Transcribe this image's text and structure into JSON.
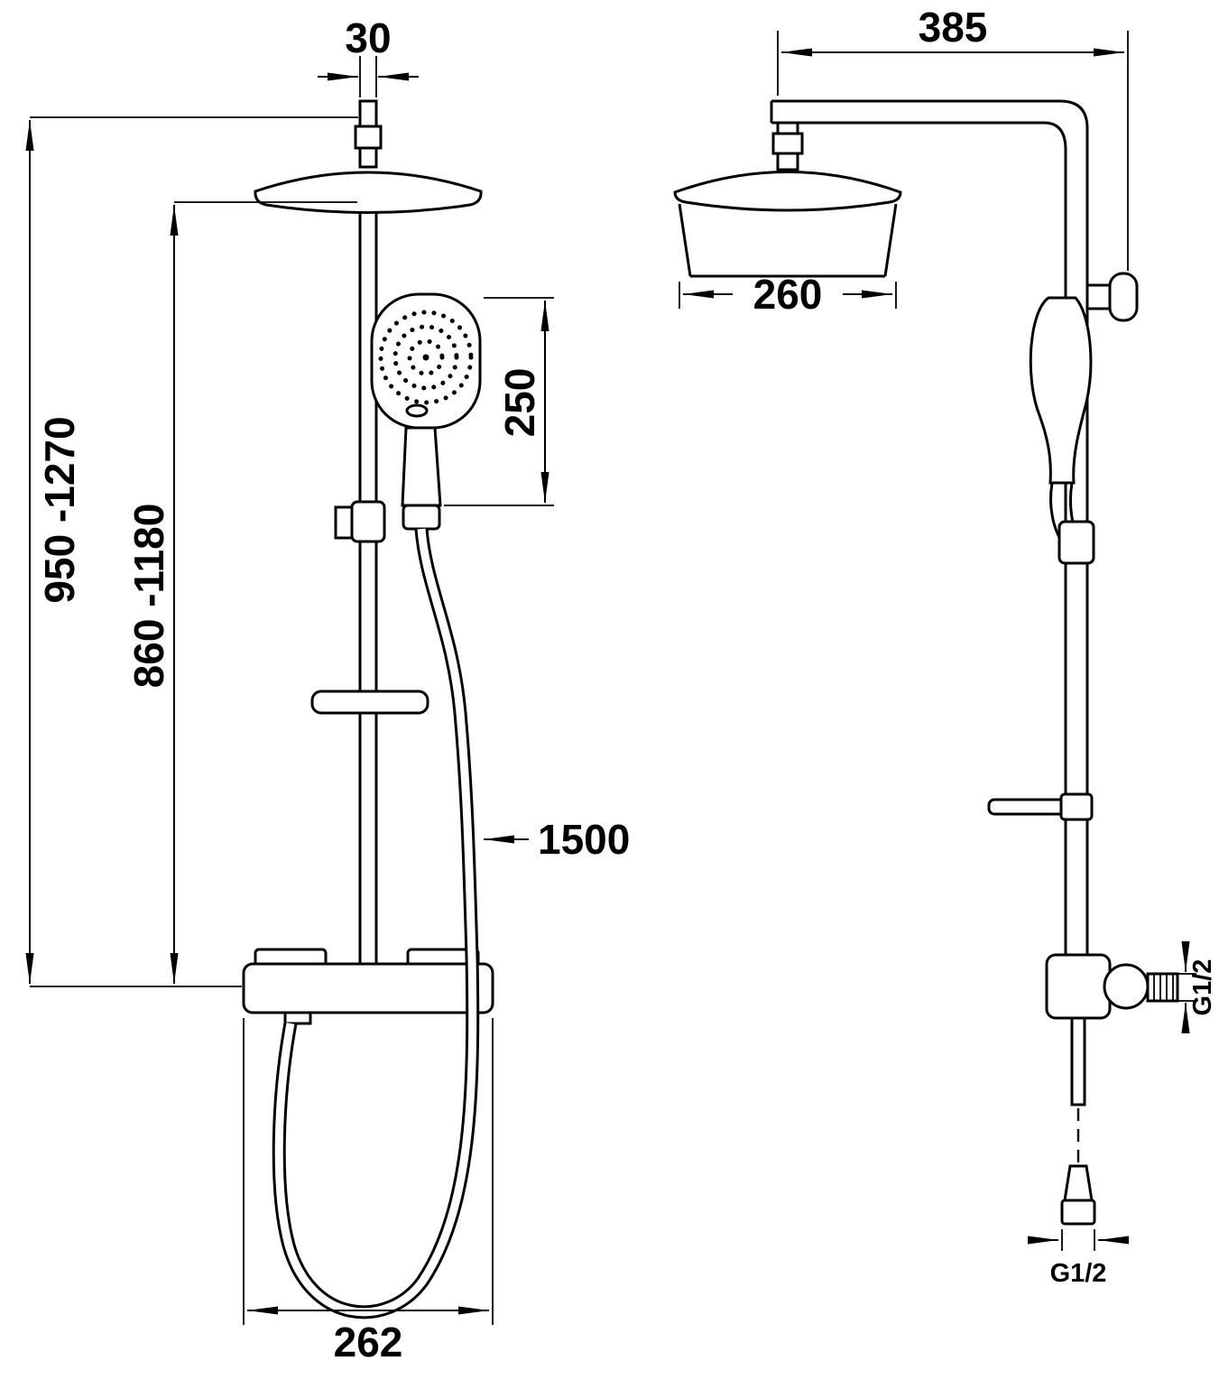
{
  "drawing": {
    "dimensions": {
      "top_pipe_width": "30",
      "overall_height_range": "950 -1270",
      "rail_upper_height_range": "860 -1180",
      "handshower_length": "250",
      "hose_length": "1500",
      "mixer_width": "262",
      "arm_reach": "385",
      "head_diameter": "260",
      "side_outlet_thread": "G1/2",
      "bottom_inlet_thread": "G1/2"
    }
  }
}
